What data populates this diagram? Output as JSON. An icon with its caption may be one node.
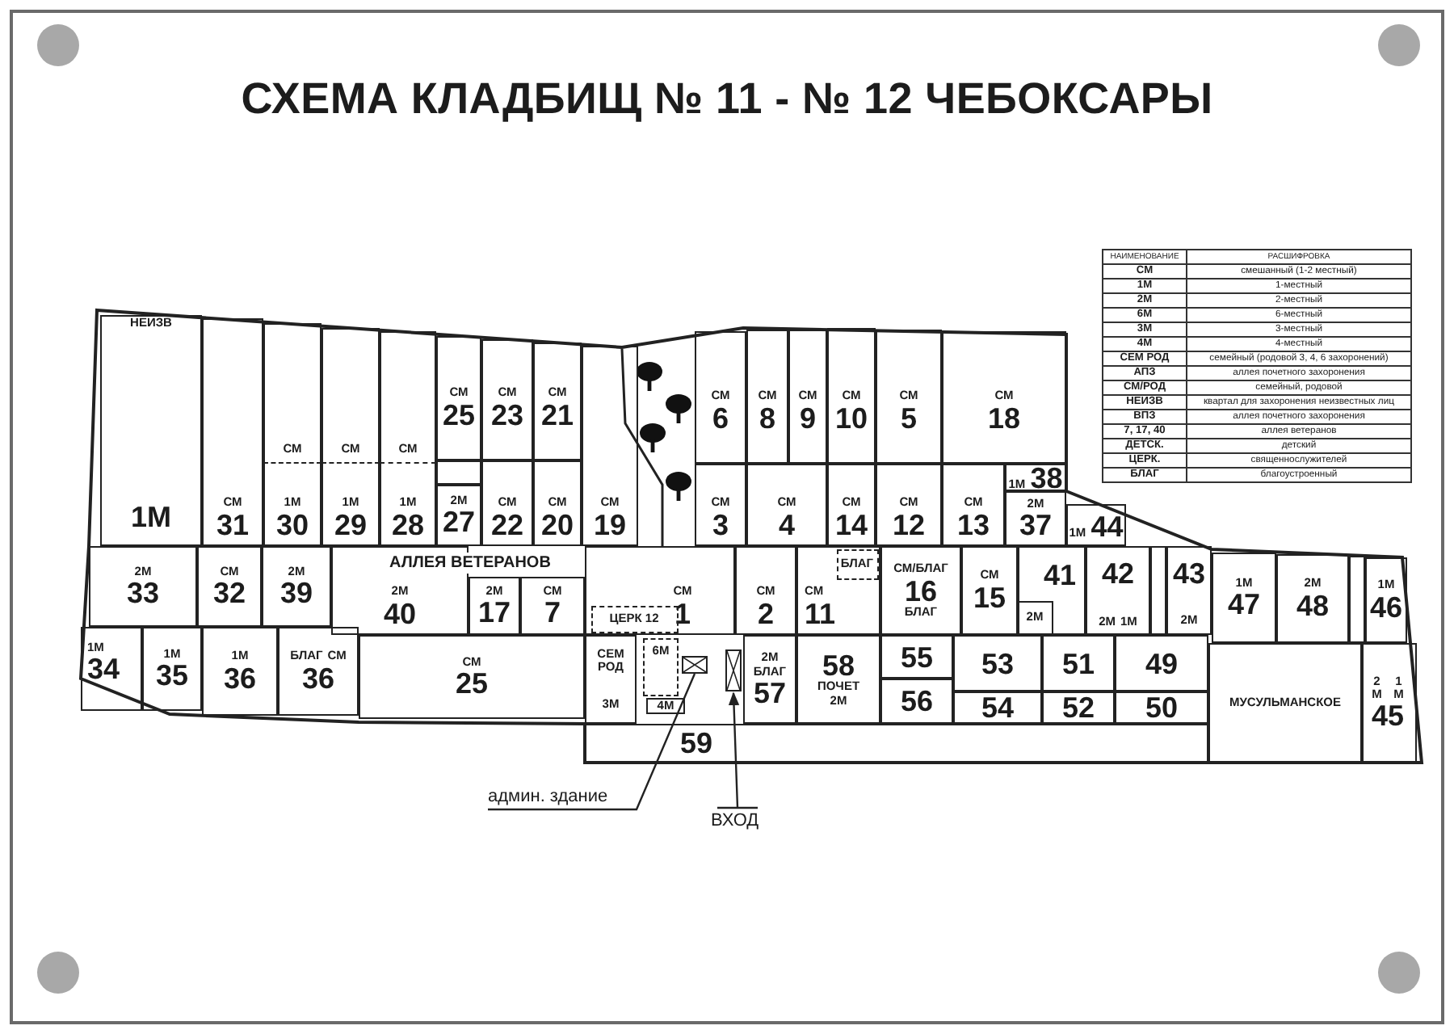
{
  "diagram": {
    "title": "СХЕМА КЛАДБИЩ № 11 - № 12 ЧЕБОКСАРЫ",
    "nodes": [
      {
        "text": [
          "НЕИЗВ",
          "1М"
        ]
      },
      {
        "text": [
          "СМ",
          "31"
        ]
      },
      {
        "text": [
          "СМ"
        ]
      },
      {
        "text": [
          "1М",
          "30"
        ]
      },
      {
        "text": [
          "СМ"
        ]
      },
      {
        "text": [
          "1М",
          "29"
        ]
      },
      {
        "text": [
          "СМ"
        ]
      },
      {
        "text": [
          "1М",
          "28"
        ]
      },
      {
        "text": [
          "СМ",
          "25"
        ]
      },
      {
        "text": [],
        "shape": "box"
      },
      {
        "text": [
          "2М",
          "27"
        ]
      },
      {
        "text": [
          "СМ",
          "23"
        ]
      },
      {
        "text": [
          "СМ",
          "22"
        ]
      },
      {
        "text": [
          "СМ",
          "21"
        ]
      },
      {
        "text": [
          "СМ",
          "20"
        ]
      },
      {
        "text": [
          "СМ",
          "19"
        ]
      },
      {
        "text": [
          "СМ",
          "6"
        ]
      },
      {
        "text": [
          "СМ",
          "8"
        ]
      },
      {
        "text": [
          "СМ",
          "9"
        ]
      },
      {
        "text": [
          "СМ",
          "10"
        ]
      },
      {
        "text": [
          "СМ",
          "5"
        ]
      },
      {
        "text": [
          "СМ",
          "18"
        ]
      },
      {
        "text": [
          "СМ",
          "3"
        ]
      },
      {
        "text": [
          "СМ",
          "4"
        ]
      },
      {
        "text": [
          "СМ",
          "14"
        ]
      },
      {
        "text": [
          "СМ",
          "12"
        ]
      },
      {
        "text": [
          "СМ",
          "13"
        ]
      },
      {
        "text": [
          "1М",
          "38"
        ]
      },
      {
        "text": [
          "2М",
          "37"
        ]
      },
      {
        "text": [
          "1М",
          "44"
        ]
      },
      {
        "text": [
          "2М",
          "33"
        ]
      },
      {
        "text": [
          "СМ",
          "32"
        ]
      },
      {
        "text": [
          "2М",
          "39"
        ]
      },
      {
        "text": [
          "2М",
          "40"
        ]
      },
      {
        "text": [
          "2М",
          "17"
        ]
      },
      {
        "text": [
          "СМ",
          "7"
        ]
      },
      {
        "text": [
          "СМ",
          "1"
        ]
      },
      {
        "text": [
          "ЦЕРК 12"
        ],
        "in": 36
      },
      {
        "text": [
          "СМ",
          "2"
        ]
      },
      {
        "text": [
          "СМ",
          "11"
        ]
      },
      {
        "text": [
          "БЛАГ"
        ],
        "in": 39
      },
      {
        "text": [
          "СМ/БЛАГ",
          "16",
          "БЛАГ"
        ]
      },
      {
        "text": [
          "СМ",
          "15"
        ]
      },
      {
        "text": [
          "41"
        ]
      },
      {
        "text": [
          "2М"
        ],
        "in": 43
      },
      {
        "text": [
          "42",
          "2М",
          "1М"
        ]
      },
      {
        "text": [],
        "shape": "box"
      },
      {
        "text": [
          "43",
          "2М"
        ]
      },
      {
        "text": [
          "1М",
          "47"
        ]
      },
      {
        "text": [
          "2М",
          "48"
        ]
      },
      {
        "text": [],
        "shape": "box"
      },
      {
        "text": [
          "1М",
          "46"
        ]
      },
      {
        "text": [
          "1М",
          "34"
        ]
      },
      {
        "text": [
          "1М",
          "35"
        ]
      },
      {
        "text": [
          "1М",
          "36"
        ]
      },
      {
        "text": [
          "БЛАГ",
          "СМ",
          "36"
        ]
      },
      {
        "text": [
          "СМ",
          "25"
        ]
      },
      {
        "text": [
          "СЕМ РОД",
          "3М"
        ]
      },
      {
        "text": [
          "6М"
        ]
      },
      {
        "text": [
          "4М"
        ]
      },
      {
        "text": [],
        "shape": "box"
      },
      {
        "text": [],
        "shape": "box"
      },
      {
        "text": [
          "2М",
          "БЛАГ",
          "57"
        ]
      },
      {
        "text": [
          "58",
          "ПОЧЕТ",
          "2М"
        ]
      },
      {
        "text": [
          "55"
        ]
      },
      {
        "text": [
          "56"
        ]
      },
      {
        "text": [
          "53"
        ]
      },
      {
        "text": [
          "54"
        ]
      },
      {
        "text": [
          "51"
        ]
      },
      {
        "text": [
          "52"
        ]
      },
      {
        "text": [
          "49"
        ]
      },
      {
        "text": [
          "50"
        ]
      },
      {
        "text": [
          "МУСУЛЬМАНСКОЕ"
        ]
      },
      {
        "text": [
          "2 М",
          "1 М",
          "45"
        ]
      },
      {
        "text": [
          "59"
        ]
      },
      {
        "text": [
          "админ. здание"
        ]
      },
      {
        "text": [
          "ВХОД"
        ]
      }
    ],
    "edges": [
      {
        "from": 75,
        "to": 60,
        "arrow": "none"
      },
      {
        "from": 76,
        "to": 61,
        "arrow": "to"
      }
    ],
    "labels": [
      "АЛЛЕЯ ВЕТЕРАНОВ",
      "НАИМЕНОВАНИЕ",
      "РАСШИФРОВКА",
      "СМ",
      "смешанный (1-2 местный)",
      "1М",
      "1-местный",
      "2М",
      "2-местный",
      "6М",
      "6-местный",
      "3М",
      "3-местный",
      "4М",
      "4-местный",
      "СЕМ РОД",
      "семейный (родовой 3, 4, 6 захоронений)",
      "АПЗ",
      "аллея почетного захоронения",
      "СМ/РОД",
      "семейный, родовой",
      "НЕИЗВ",
      "квартал для захоронения неизвестных лиц",
      "ВПЗ",
      "аллея почетного захоронения",
      "7, 17, 40",
      "аллея ветеранов",
      "ДЕТСК.",
      "детский",
      "ЦЕРК.",
      "священнослужителей",
      "БЛАГ",
      "благоустроенный"
    ]
  }
}
